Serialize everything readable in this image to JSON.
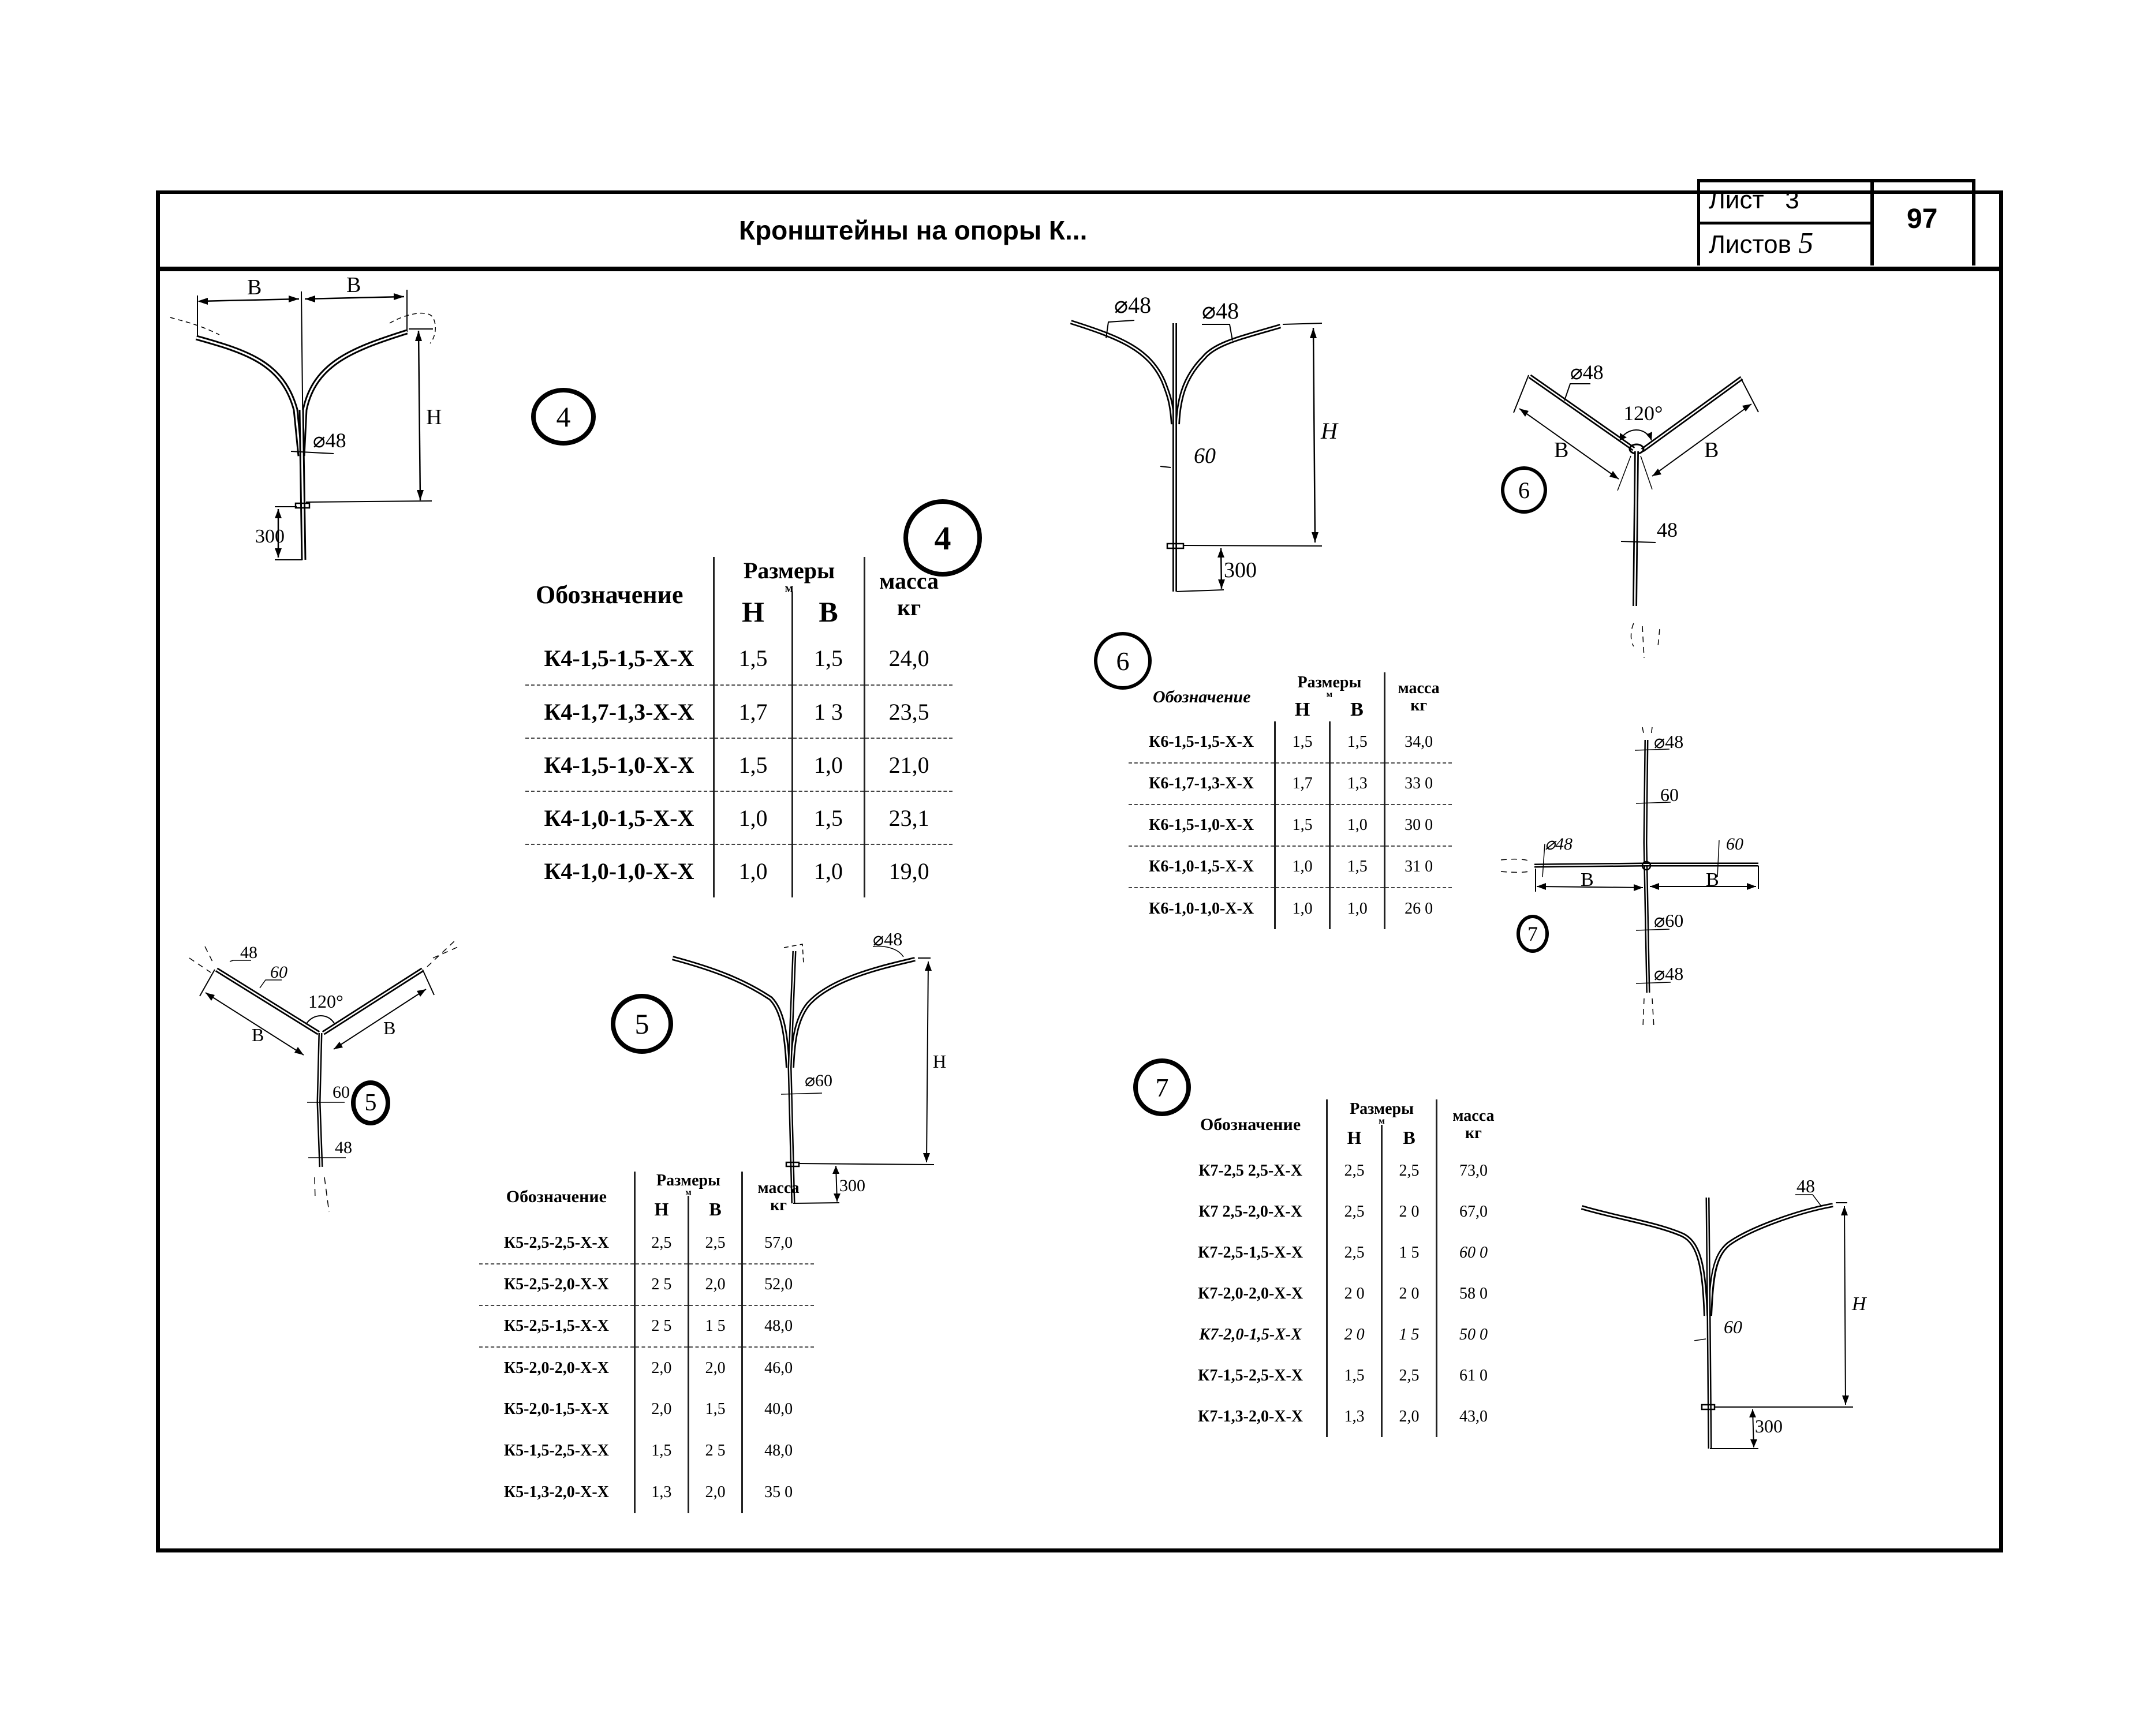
{
  "header": {
    "title": "Кронштейны на опоры К...",
    "sheet_label": "Лист",
    "sheet_number": "3",
    "sheets_label": "Листов",
    "sheets_total": "5",
    "page_number": "97"
  },
  "dimension_labels": {
    "B": "B",
    "H": "H",
    "d48": "⌀48",
    "n48": "48",
    "d60": "⌀60",
    "n60": "60",
    "angle": "120°",
    "base": "300"
  },
  "markers": {
    "k4": "4",
    "k5": "5",
    "k6": "6",
    "k7": "7"
  },
  "tables": {
    "k4": {
      "header": {
        "designation": "Обозначение",
        "sizes": "Размеры",
        "unit": "м",
        "h": "H",
        "b": "B",
        "mass": "масса",
        "mass_unit": "кг"
      },
      "rows": [
        {
          "code": "К4-1,5-1,5-Х-Х",
          "h": "1,5",
          "b": "1,5",
          "mass": "24,0"
        },
        {
          "code": "К4-1,7-1,3-Х-Х",
          "h": "1,7",
          "b": "1 3",
          "mass": "23,5"
        },
        {
          "code": "К4-1,5-1,0-Х-Х",
          "h": "1,5",
          "b": "1,0",
          "mass": "21,0"
        },
        {
          "code": "К4-1,0-1,5-Х-Х",
          "h": "1,0",
          "b": "1,5",
          "mass": "23,1"
        },
        {
          "code": "К4-1,0-1,0-Х-Х",
          "h": "1,0",
          "b": "1,0",
          "mass": "19,0"
        }
      ]
    },
    "k6": {
      "header": {
        "designation": "Обозначение",
        "sizes": "Размеры",
        "unit": "м",
        "h": "H",
        "b": "B",
        "mass": "масса",
        "mass_unit": "кг"
      },
      "rows": [
        {
          "code": "К6-1,5-1,5-Х-Х",
          "h": "1,5",
          "b": "1,5",
          "mass": "34,0"
        },
        {
          "code": "К6-1,7-1,3-Х-Х",
          "h": "1,7",
          "b": "1,3",
          "mass": "33 0"
        },
        {
          "code": "К6-1,5-1,0-Х-Х",
          "h": "1,5",
          "b": "1,0",
          "mass": "30 0"
        },
        {
          "code": "К6-1,0-1,5-Х-Х",
          "h": "1,0",
          "b": "1,5",
          "mass": "31 0"
        },
        {
          "code": "К6-1,0-1,0-Х-Х",
          "h": "1,0",
          "b": "1,0",
          "mass": "26 0"
        }
      ]
    },
    "k5": {
      "header": {
        "designation": "Обозначение",
        "sizes": "Размеры",
        "unit": "м",
        "h": "H",
        "b": "B",
        "mass": "масса",
        "mass_unit": "кг"
      },
      "rows": [
        {
          "code": "К5-2,5-2,5-Х-Х",
          "h": "2,5",
          "b": "2,5",
          "mass": "57,0"
        },
        {
          "code": "К5-2,5-2,0-Х-Х",
          "h": "2 5",
          "b": "2,0",
          "mass": "52,0"
        },
        {
          "code": "К5-2,5-1,5-Х-Х",
          "h": "2 5",
          "b": "1 5",
          "mass": "48,0"
        },
        {
          "code": "К5-2,0-2,0-Х-Х",
          "h": "2,0",
          "b": "2,0",
          "mass": "46,0"
        },
        {
          "code": "К5-2,0-1,5-Х-Х",
          "h": "2,0",
          "b": "1,5",
          "mass": "40,0"
        },
        {
          "code": "К5-1,5-2,5-Х-Х",
          "h": "1,5",
          "b": "2 5",
          "mass": "48,0"
        },
        {
          "code": "К5-1,3-2,0-Х-Х",
          "h": "1,3",
          "b": "2,0",
          "mass": "35 0"
        }
      ]
    },
    "k7": {
      "header": {
        "designation": "Обозначение",
        "sizes": "Размеры",
        "unit": "м",
        "h": "H",
        "b": "B",
        "mass": "масса",
        "mass_unit": "кг"
      },
      "rows": [
        {
          "code": "К7-2,5 2,5-Х-Х",
          "h": "2,5",
          "b": "2,5",
          "mass": "73,0"
        },
        {
          "code": "К7 2,5-2,0-Х-Х",
          "h": "2,5",
          "b": "2 0",
          "mass": "67,0"
        },
        {
          "code": "К7-2,5-1,5-Х-Х",
          "h": "2,5",
          "b": "1 5",
          "mass": "60 0"
        },
        {
          "code": "К7-2,0-2,0-Х-Х",
          "h": "2 0",
          "b": "2 0",
          "mass": "58 0"
        },
        {
          "code": "К7-2,0-1,5-Х-Х",
          "h": "2 0",
          "b": "1 5",
          "mass": "50 0"
        },
        {
          "code": "К7-1,5-2,5-Х-Х",
          "h": "1,5",
          "b": "2,5",
          "mass": "61 0"
        },
        {
          "code": "К7-1,3-2,0-Х-Х",
          "h": "1,3",
          "b": "2,0",
          "mass": "43,0"
        }
      ]
    }
  }
}
